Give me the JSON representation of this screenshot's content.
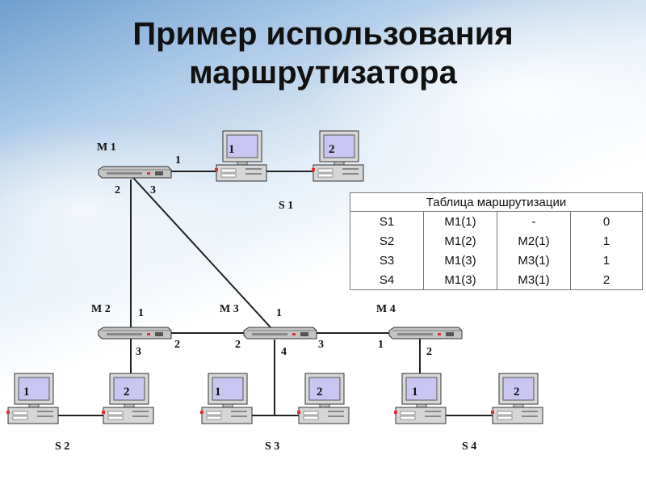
{
  "title_lines": [
    "Пример использования",
    "маршрутизатора"
  ],
  "routing_table": {
    "title": "Таблица маршрутизации",
    "rows": [
      [
        "S1",
        "M1(1)",
        "-",
        "0"
      ],
      [
        "S2",
        "M1(2)",
        "M2(1)",
        "1"
      ],
      [
        "S3",
        "M1(3)",
        "M3(1)",
        "1"
      ],
      [
        "S4",
        "M1(3)",
        "M3(1)",
        "2"
      ]
    ]
  },
  "routers": [
    {
      "name": "M 1",
      "ports": [
        "1",
        "2",
        "3"
      ]
    },
    {
      "name": "M 2",
      "ports": [
        "1",
        "2",
        "3"
      ]
    },
    {
      "name": "M 3",
      "ports": [
        "1",
        "2",
        "3",
        "4"
      ]
    },
    {
      "name": "M 4",
      "ports": [
        "1",
        "2"
      ]
    }
  ],
  "segments": [
    "S 1",
    "S 2",
    "S 3",
    "S 4"
  ],
  "computers": [
    {
      "segment": "S 1",
      "number": "1"
    },
    {
      "segment": "S 1",
      "number": "2"
    },
    {
      "segment": "S 2",
      "number": "1"
    },
    {
      "segment": "S 2",
      "number": "2"
    },
    {
      "segment": "S 3",
      "number": "1"
    },
    {
      "segment": "S 3",
      "number": "2"
    },
    {
      "segment": "S 4",
      "number": "1"
    },
    {
      "segment": "S 4",
      "number": "2"
    }
  ],
  "colors": {
    "screen": "#c9c6f2",
    "case": "#d6d6d6",
    "router": "#c4c4c4",
    "led": "#e03030",
    "line": "#222222"
  }
}
